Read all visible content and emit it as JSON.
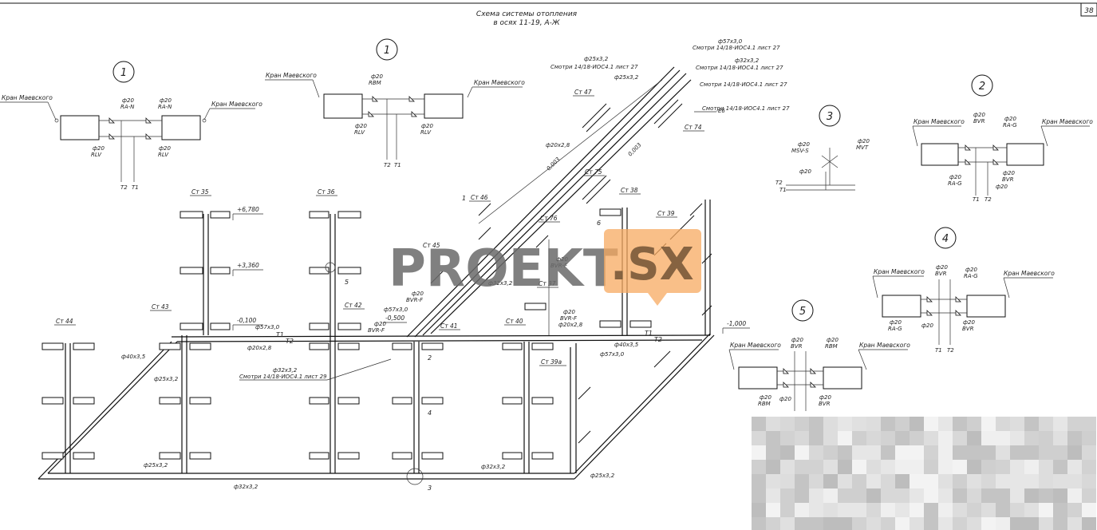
{
  "sheet": {
    "title_line1": "Схема системы отопления",
    "title_line2": "в осях 11-19, А-Ж",
    "page_number": "38"
  },
  "watermark": {
    "left": "PROEKT",
    "right": ".SX"
  },
  "callouts": {
    "c1a": "1",
    "c1b": "1",
    "c2": "2",
    "c3": "3",
    "c4": "4",
    "c5": "5"
  },
  "detail1a": {
    "crane_left": "Кран Маевского",
    "crane_right": "Кран Маевского",
    "v_top_l_d": "ф20",
    "v_top_l_t": "RA-N",
    "v_top_r_d": "ф20",
    "v_top_r_t": "RA-N",
    "v_bot_l_d": "ф20",
    "v_bot_l_t": "RLV",
    "v_bot_r_d": "ф20",
    "v_bot_r_t": "RLV",
    "t2": "T2",
    "t1": "T1"
  },
  "detail1b": {
    "crane_left": "Кран Маевского",
    "crane_right": "Кран Маевского",
    "v_top_d": "ф20",
    "v_top_t": "RBM",
    "v_bl_d": "ф20",
    "v_bl_t": "RLV",
    "v_br_d": "ф20",
    "v_br_t": "RLV",
    "t2": "T2",
    "t1": "T1"
  },
  "detail2": {
    "crane_left": "Кран Маевского",
    "crane_right": "Кран Маевского",
    "a_d": "ф20",
    "a_t": "BVR",
    "b_d": "ф20",
    "b_t": "RA-G",
    "c_d": "ф20",
    "c_t": "RA-G",
    "d_d": "ф20",
    "d_t": "BVR",
    "e_d": "ф20",
    "t1": "T1",
    "t2": "T2"
  },
  "detail3": {
    "a_d": "ф20",
    "a_t": "MSV-S",
    "b_d": "ф20",
    "b_t": "MVT",
    "c_d": "ф20",
    "t2": "T2",
    "t1": "T1"
  },
  "detail4": {
    "crane_left": "Кран Маевского",
    "crane_right": "Кран Маевского",
    "a_d": "ф20",
    "a_t": "BVR",
    "b_d": "ф20",
    "b_t": "RA-G",
    "c_d": "ф20",
    "c_t": "RA-G",
    "d_d": "ф20",
    "e_d": "ф20",
    "e_t": "BVR",
    "t1": "T1",
    "t2": "T2"
  },
  "detail5": {
    "crane_left": "Кран Маевского",
    "crane_right": "Кран Маевского",
    "a_d": "ф20",
    "a_t": "BVR",
    "b_d": "ф20",
    "b_t": "RBM",
    "c_d": "ф20",
    "c_t": "RBM",
    "d_d": "ф20",
    "e_d": "ф20",
    "e_t": "BVR"
  },
  "risers": {
    "st35": "Ст 35",
    "st36": "Ст 36",
    "st43": "Ст 43",
    "st44": "Ст 44",
    "st42": "Ст 42",
    "st41": "Ст 41",
    "st40": "Ст 40",
    "st45": "Ст 45",
    "st46": "Ст 46",
    "st47": "Ст 47",
    "st75": "Ст 75",
    "st76": "Ст 76",
    "st37": "Ст 37",
    "st38": "Ст 38",
    "st39": "Ст 39",
    "st39a": "Ст 39а",
    "st74": "Ст 74"
  },
  "levels": {
    "l6780": "+6,780",
    "l3360": "+3,360",
    "l0100": "-0,100",
    "l0500": "-0,500",
    "l1000": "-1,000"
  },
  "pipes": {
    "p57a": "ф57х3,0",
    "p20x28a": "ф20х2,8",
    "p40": "ф40х3,5",
    "p25a": "ф25х3,2",
    "p32a": "ф32х3,2",
    "ref29": "Смотри 14/18-ИОС4.1 лист 29",
    "p25b": "ф25х3,2",
    "p32b": "ф32х3,2",
    "p32c": "ф32х3,2",
    "p25c": "ф25х3,2",
    "p57b": "ф57х3,0",
    "p20x28b": "ф20х2,8",
    "p20x28c": "ф20х2,8",
    "p40b": "ф40х3,5",
    "p57c": "ф57х3,0",
    "top57": "ф57х3,0",
    "ref27a": "Смотри 14/18-ИОС4.1 лист 27",
    "top25": "ф25х3,2",
    "ref27b": "Смотри 14/18-ИОС4.1 лист 27",
    "top32": "ф32х3,2",
    "ref27c": "Смотри 14/18-ИОС4.1 лист 27",
    "ref27d": "Смотри 14/18-ИОС4.1 лист 27",
    "top25b": "ф25х3,2",
    "slope1": "0,003",
    "slope2": "0,003",
    "e6": "Е6",
    "bvrf1_d": "ф20",
    "bvrf1_t": "BVR-F",
    "bvrf2_d": "ф20",
    "bvrf2_t": "BVR-F",
    "bvrf3_d": "ф20",
    "bvrf3_t": "BVR-F",
    "bvrf4_d": "ф20",
    "bvrf4_t": "BVR-F"
  },
  "markers": {
    "t1a": "T1",
    "t2a": "T2",
    "t1b": "T1",
    "t2b": "T2",
    "m2": "2",
    "m3": "3",
    "m4": "4",
    "m5": "5",
    "m6": "6",
    "m1": "1"
  }
}
